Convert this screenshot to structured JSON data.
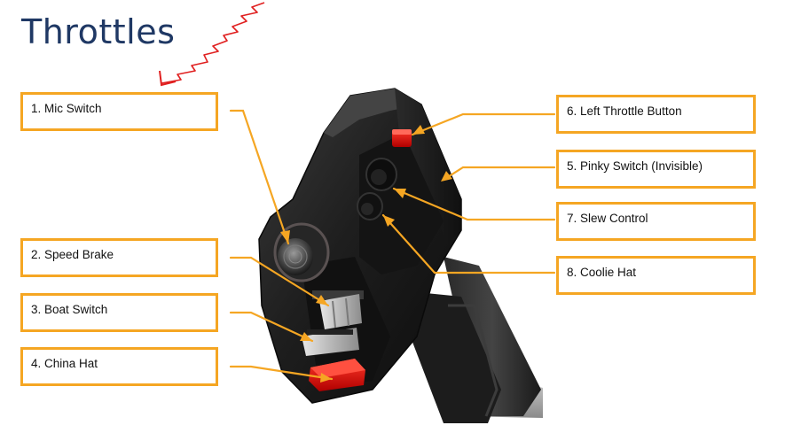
{
  "slide": {
    "title": "Throttles"
  },
  "callouts": {
    "mic_switch": "1. Mic Switch",
    "speed_brake": "2. Speed Brake",
    "boat_switch": "3. Boat Switch",
    "china_hat": "4. China Hat",
    "pinky_switch": "5. Pinky Switch (Invisible)",
    "left_throttle_button": "6. Left Throttle Button",
    "slew_control": "7. Slew Control",
    "coolie_hat": "8. Coolie Hat"
  },
  "colors": {
    "callout_border": "#f5a623",
    "leader_line": "#f5a623",
    "title_text": "#1f3864",
    "throttle_body": "#1b1b1b",
    "china_hat": "#e01010",
    "annotation_scribble": "#e02020"
  }
}
